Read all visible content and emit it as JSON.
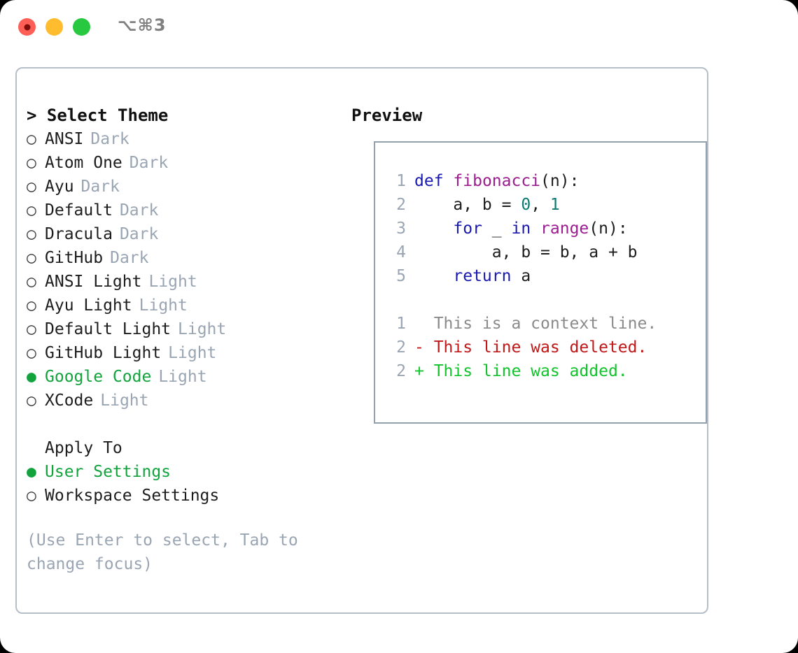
{
  "titlebar": {
    "shortcut": "⌥⌘3",
    "lights": [
      "close-red",
      "minimize-yellow",
      "maximize-green"
    ]
  },
  "theme_panel": {
    "heading": "> Select Theme",
    "marker_unselected": "○",
    "marker_selected": "●",
    "themes": [
      {
        "name": "ANSI",
        "tag": "Dark",
        "selected": false
      },
      {
        "name": "Atom One",
        "tag": "Dark",
        "selected": false
      },
      {
        "name": "Ayu",
        "tag": "Dark",
        "selected": false
      },
      {
        "name": "Default",
        "tag": "Dark",
        "selected": false
      },
      {
        "name": "Dracula",
        "tag": "Dark",
        "selected": false
      },
      {
        "name": "GitHub",
        "tag": "Dark",
        "selected": false
      },
      {
        "name": "ANSI Light",
        "tag": "Light",
        "selected": false
      },
      {
        "name": "Ayu Light",
        "tag": "Light",
        "selected": false
      },
      {
        "name": "Default Light",
        "tag": "Light",
        "selected": false
      },
      {
        "name": "GitHub Light",
        "tag": "Light",
        "selected": false
      },
      {
        "name": "Google Code",
        "tag": "Light",
        "selected": true
      },
      {
        "name": "XCode",
        "tag": "Light",
        "selected": false
      }
    ],
    "apply_to": {
      "heading": "Apply To",
      "options": [
        {
          "name": "User Settings",
          "selected": true
        },
        {
          "name": "Workspace Settings",
          "selected": false
        }
      ]
    },
    "hint": "(Use Enter to select, Tab to change focus)"
  },
  "preview": {
    "heading": "Preview",
    "code_lines": [
      {
        "no": "1",
        "tokens": [
          {
            "t": "def",
            "c": "kw"
          },
          {
            "t": " ",
            "c": "pl"
          },
          {
            "t": "fibonacci",
            "c": "fn"
          },
          {
            "t": "(n):",
            "c": "pl"
          }
        ]
      },
      {
        "no": "2",
        "tokens": [
          {
            "t": "    a, b = ",
            "c": "pl"
          },
          {
            "t": "0",
            "c": "num"
          },
          {
            "t": ", ",
            "c": "pl"
          },
          {
            "t": "1",
            "c": "num"
          }
        ]
      },
      {
        "no": "3",
        "tokens": [
          {
            "t": "    ",
            "c": "pl"
          },
          {
            "t": "for",
            "c": "kw"
          },
          {
            "t": " _ ",
            "c": "pl"
          },
          {
            "t": "in",
            "c": "kw"
          },
          {
            "t": " ",
            "c": "pl"
          },
          {
            "t": "range",
            "c": "fn"
          },
          {
            "t": "(n):",
            "c": "pl"
          }
        ]
      },
      {
        "no": "4",
        "tokens": [
          {
            "t": "        a, b = b, a + b",
            "c": "pl"
          }
        ]
      },
      {
        "no": "5",
        "tokens": [
          {
            "t": "    ",
            "c": "pl"
          },
          {
            "t": "return",
            "c": "kw"
          },
          {
            "t": " a",
            "c": "pl"
          }
        ]
      }
    ],
    "diff_lines": [
      {
        "no": "1",
        "kind": "ctx",
        "text": "  This is a context line."
      },
      {
        "no": "2",
        "kind": "del",
        "text": "- This line was deleted."
      },
      {
        "no": "2",
        "kind": "add",
        "text": "+ This line was added."
      }
    ]
  },
  "colors": {
    "accent_green": "#12a33c",
    "tag_gray": "#9aa5b3",
    "keyword_blue": "#1919b0",
    "function_magenta": "#9c1d8f",
    "number_teal": "#0e7a72",
    "diff_delete_red": "#c01818",
    "diff_add_green": "#12c32b",
    "panel_border": "#b6bec8",
    "codebox_border": "#93a0b0"
  }
}
